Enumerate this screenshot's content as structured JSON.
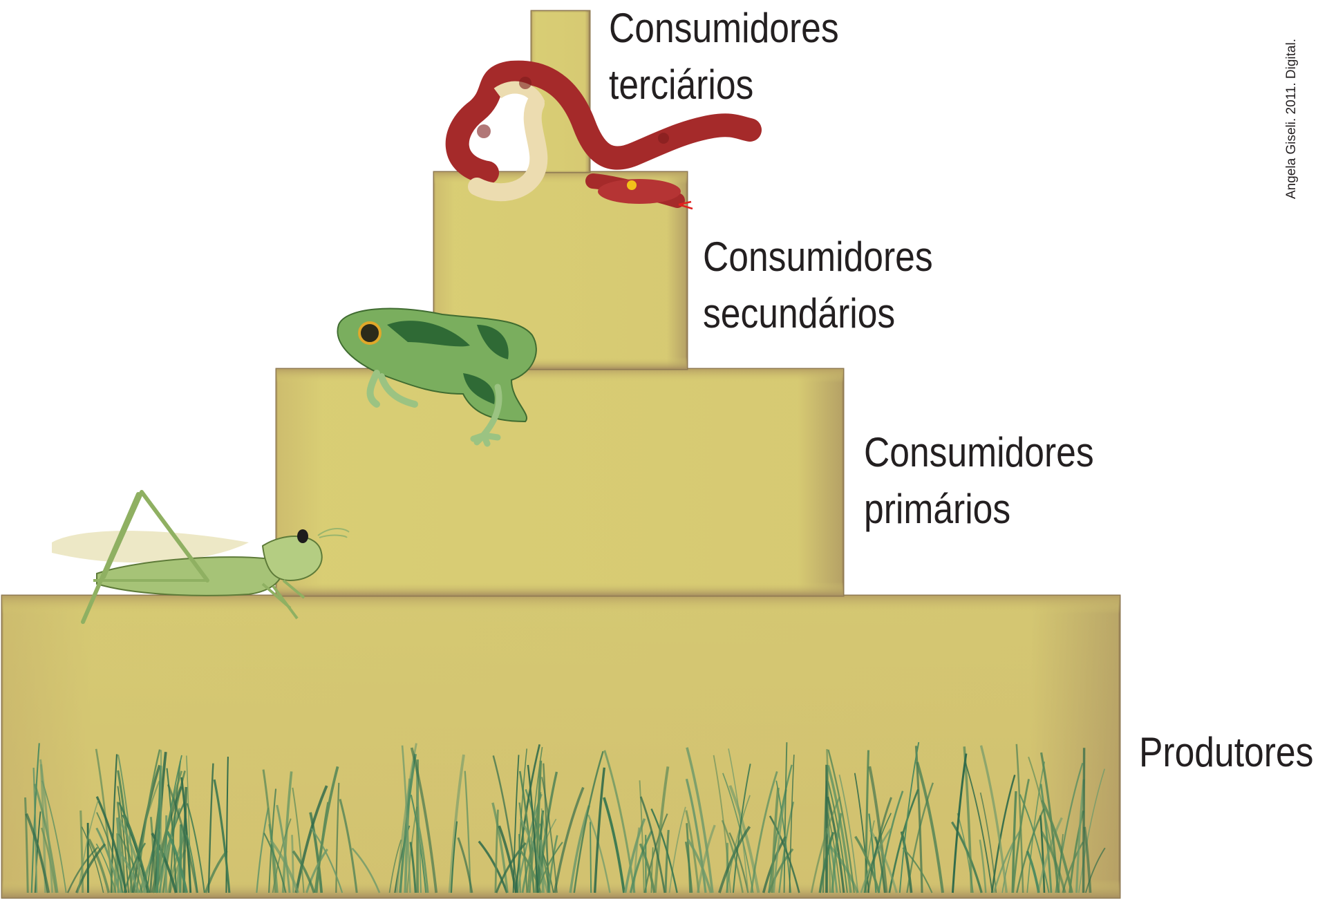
{
  "levels": [
    {
      "id": "tertiary",
      "line1": "Consumidores",
      "line2": "terciários",
      "animal": "snake-icon"
    },
    {
      "id": "secondary",
      "line1": "Consumidores",
      "line2": "secundários",
      "animal": "frog-icon"
    },
    {
      "id": "primary",
      "line1": "Consumidores",
      "line2": "primários",
      "animal": "grasshopper-icon"
    },
    {
      "id": "producers",
      "line1": "Produtores",
      "animal": "grass-icon"
    }
  ],
  "credit": "Angela Giseli. 2011. Digital.",
  "colors": {
    "block_fill": "#d8cc72",
    "block_edge": "#8f7a52",
    "text": "#231f20",
    "snake": "#a52a2a",
    "frog": "#3e8a3b",
    "grasshopper": "#9fbf6a",
    "grass": "#3f7a52"
  }
}
